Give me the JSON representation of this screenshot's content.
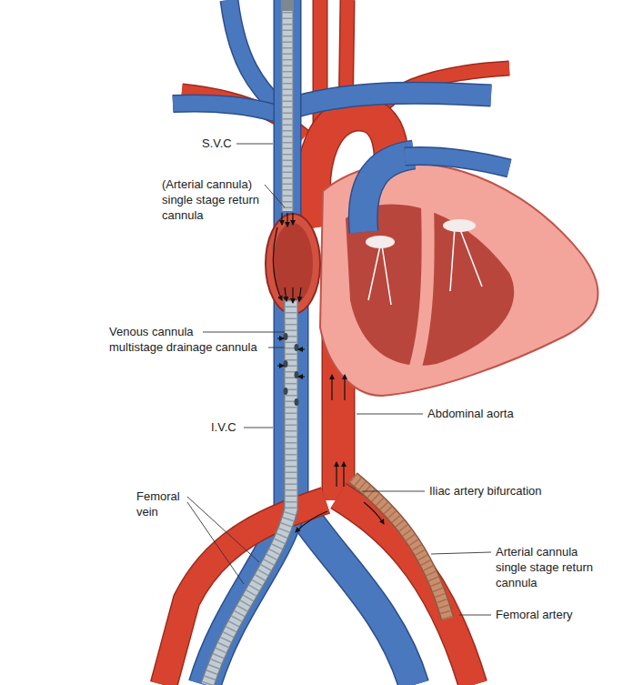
{
  "diagram": {
    "labels": [
      "S.V.C",
      "(Arterial cannula) single stage return cannula",
      "Venous cannula",
      "multistage drainage cannula",
      "I.V.C",
      "Femoral vein",
      "Abdominal aorta",
      "Iliac artery bifurcation",
      "Arterial cannula single stage return cannula",
      "Femoral artery"
    ]
  }
}
